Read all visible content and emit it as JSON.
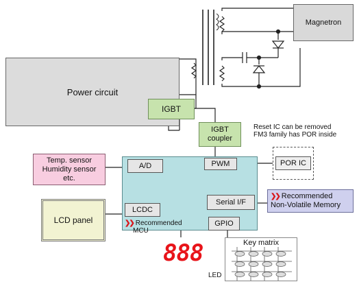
{
  "blocks": {
    "magnetron": "Magnetron",
    "power_circuit": "Power circuit",
    "igbt": "IGBT",
    "igbt_coupler_line1": "IGBT",
    "igbt_coupler_line2": "coupler",
    "mcu_ad": "A/D",
    "mcu_pwm": "PWM",
    "mcu_lcdc": "LCDC",
    "mcu_serial": "Serial I/F",
    "mcu_gpio": "GPIO",
    "por_ic": "POR IC",
    "sensor_line1": "Temp. sensor",
    "sensor_line2": "Humidity sensor",
    "sensor_line3": "etc.",
    "lcd_panel": "LCD panel",
    "memory_line1": "Recommended",
    "memory_line2": "Non-Volatile Memory",
    "key_matrix": "Key matrix",
    "led_label": "LED",
    "led_digits": "888"
  },
  "notes": {
    "reset_line1": "Reset IC can be removed",
    "reset_line2": "FM3 family has POR inside",
    "mcu_line1": "Recommended",
    "mcu_line2": "MCU"
  },
  "colors": {
    "mcu_fill": "#b7e0e3",
    "sensor_fill": "#f8cde0",
    "memory_fill": "#cfd0ee",
    "lcd_fill": "#f2f3d2",
    "led_red": "#e8141a",
    "accent_red": "#d9161b"
  }
}
